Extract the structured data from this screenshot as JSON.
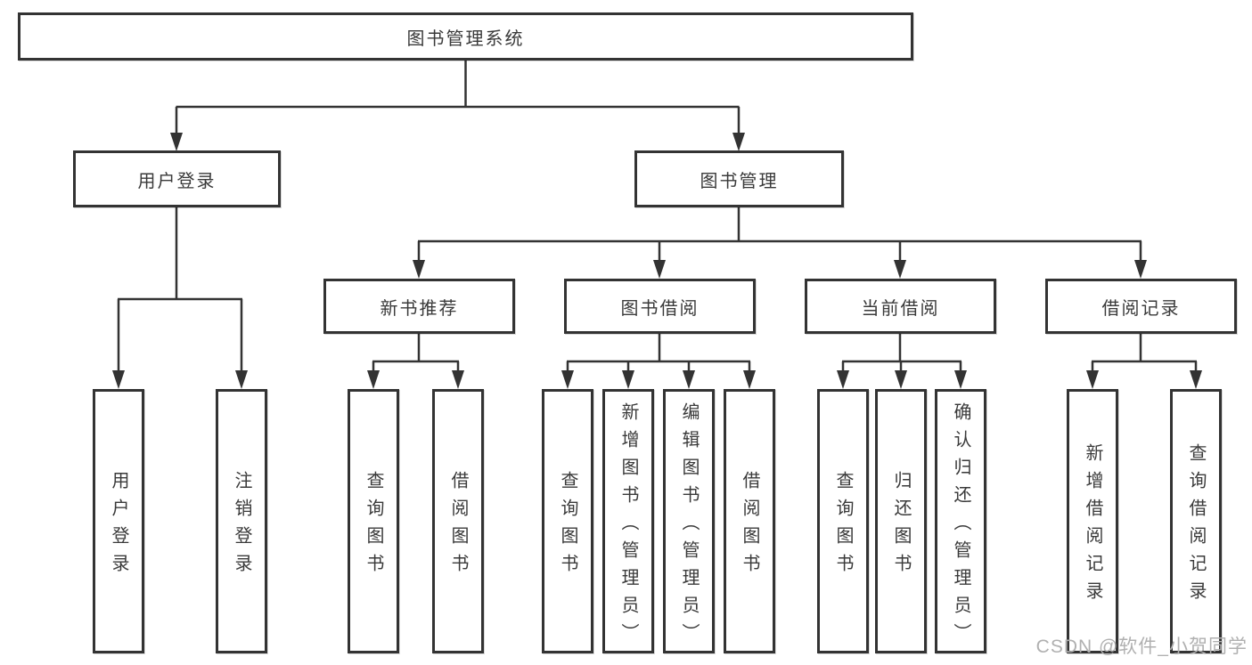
{
  "diagram": {
    "root": {
      "label": "图书管理系统"
    },
    "level2": [
      {
        "label": "用户登录"
      },
      {
        "label": "图书管理"
      }
    ],
    "level3": [
      {
        "label": "新书推荐"
      },
      {
        "label": "图书借阅"
      },
      {
        "label": "当前借阅"
      },
      {
        "label": "借阅记录"
      }
    ],
    "leaves": [
      {
        "label": "用户登录"
      },
      {
        "label": "注销登录"
      },
      {
        "label": "查询图书"
      },
      {
        "label": "借阅图书"
      },
      {
        "label": "查询图书"
      },
      {
        "label": "新增图书（管理员）"
      },
      {
        "label": "编辑图书（管理员）"
      },
      {
        "label": "借阅图书"
      },
      {
        "label": "查询图书"
      },
      {
        "label": "归还图书"
      },
      {
        "label": "确认归还（管理员）"
      },
      {
        "label": "新增借阅记录"
      },
      {
        "label": "查询借阅记录"
      }
    ],
    "watermark": "CSDN @软件_小贺同学",
    "colors": {
      "line": "#333333",
      "border": "#333333",
      "text": "#3a3a3a",
      "watermark": "#b0b0b0",
      "background": "#ffffff"
    }
  }
}
